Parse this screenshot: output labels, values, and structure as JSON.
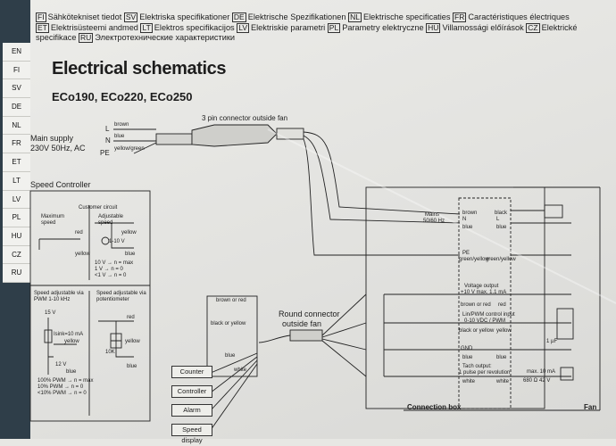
{
  "header": {
    "items": [
      {
        "code": "FI",
        "text": "Sähkötekniset tiedot"
      },
      {
        "code": "SV",
        "text": "Elektriska specifikationer"
      },
      {
        "code": "DE",
        "text": "Elektrische Spezifikationen"
      },
      {
        "code": "NL",
        "text": "Elektrische specificaties"
      },
      {
        "code": "FR",
        "text": "Caractéristiques électriques"
      },
      {
        "code": "ET",
        "text": "Elektrisüsteemi andmed"
      },
      {
        "code": "LT",
        "text": "Elektros specifikacijos"
      },
      {
        "code": "LV",
        "text": "Elektriskie parametri"
      },
      {
        "code": "PL",
        "text": "Parametry elektryczne"
      },
      {
        "code": "HU",
        "text": "Villamossági előírások"
      },
      {
        "code": "CZ",
        "text": "Elektrické specifikace"
      },
      {
        "code": "RU",
        "text": "Электротехнические характеристики"
      }
    ]
  },
  "languages": [
    "EN",
    "FI",
    "SV",
    "DE",
    "NL",
    "FR",
    "ET",
    "LT",
    "LV",
    "PL",
    "HU",
    "CZ",
    "RU"
  ],
  "title": "Electrical schematics",
  "models": "ECo190, ECo220, ECo250",
  "connector_top": "3 pin connector outside fan",
  "main_supply": {
    "line1": "Main supply",
    "line2": "230V 50Hz, AC"
  },
  "wires_top": [
    {
      "pin": "L",
      "color": "brown"
    },
    {
      "pin": "N",
      "color": "blue"
    },
    {
      "pin": "PE",
      "color": "yellow/green"
    }
  ],
  "speed_controller": "Speed Controller",
  "customer_circuit": "Customer circuit",
  "panel1": {
    "left_top": "Maximum speed",
    "right_top": "Adjustable speed",
    "red": "red",
    "yellow": "yellow",
    "blue": "blue",
    "range": "1-10 V",
    "notes": "10 V → n = max\n1 V → n = 0\n<1 V → n = 0"
  },
  "panel2": {
    "left": "Speed adjustable via PWM 1-10 kHz",
    "voltage": "15 V",
    "current": "Isink=10 mA",
    "yellow": "yellow",
    "voltage2": "12 V",
    "blue": "blue",
    "pwm": "100% PWM → n = max\n10% PWM → n = 0\n<10% PWM → n = 0",
    "right": "Speed adjustable via potentiometer",
    "red": "red",
    "pot": "10K",
    "yellow2": "yellow",
    "blue2": "blue"
  },
  "round_connector": {
    "line1": "Round connector",
    "line2": "outside fan"
  },
  "wires_bottom": [
    "brown or red",
    "black or yellow",
    "blue",
    "white"
  ],
  "controls": [
    "Counter",
    "Controller",
    "Alarm",
    "Speed display"
  ],
  "connection_box": "Connection box",
  "fan": "Fan",
  "mains": {
    "line1": "Mains",
    "line2": "50/60 Hz"
  },
  "terminal_labels": {
    "brown": "brown",
    "black": "black",
    "blue": "blue",
    "blue2": "blue",
    "n": "N",
    "l": "L",
    "pe": "PE",
    "green_yellow": "green/yellow",
    "green_yellow2": "green/yellow",
    "brown_red": "brown or red",
    "red": "red",
    "black_yellow": "black or yellow",
    "yellow": "yellow",
    "blue3": "blue",
    "blue4": "blue",
    "white": "white",
    "white2": "white"
  },
  "voltage_output": {
    "line1": "Voltage output",
    "line2": "+10 V max. 1.1 mA"
  },
  "control_input": {
    "line1": "Lin/PWM control input",
    "line2": "0-10 VDC / PWM"
  },
  "gnd": "GND",
  "tach": {
    "line1": "Tach output:",
    "line2": "1 pulse per revolution"
  },
  "tach_right": {
    "max": "max. 10 mA",
    "res": "680 Ω",
    "volt": "42 V"
  },
  "cap": "1 µF"
}
